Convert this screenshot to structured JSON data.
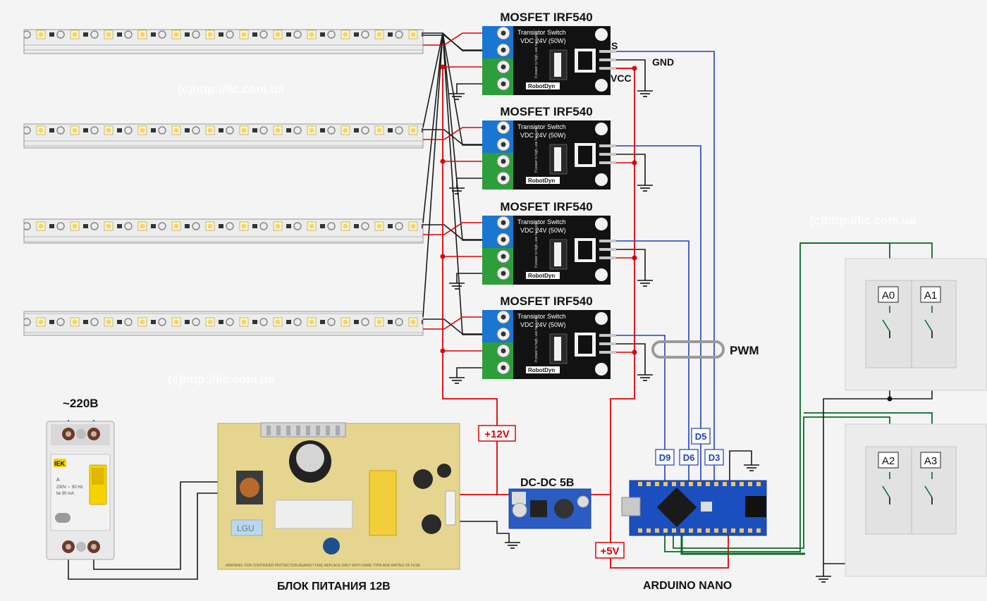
{
  "watermark": "(c)http://lic.com.ua",
  "mosfet_modules": [
    {
      "title": "MOSFET IRF540",
      "board_text": "Transistor Switch",
      "board_subtext": "VDC 24V (50W)",
      "brand": "RobotDyn",
      "heat_note": "If power is high, use heat sink"
    },
    {
      "title": "MOSFET IRF540",
      "board_text": "Transistor Switch",
      "board_subtext": "VDC 24V (50W)",
      "brand": "RobotDyn",
      "heat_note": "If power is high, use heat sink"
    },
    {
      "title": "MOSFET IRF540",
      "board_text": "Transistor Switch",
      "board_subtext": "VDC 24V (50W)",
      "brand": "RobotDyn",
      "heat_note": "If power is high, use heat sink"
    },
    {
      "title": "MOSFET IRF540",
      "board_text": "Transistor Switch",
      "board_subtext": "VDC 24V (50W)",
      "brand": "RobotDyn",
      "heat_note": "If power is high, use heat sink"
    }
  ],
  "signal_labels": {
    "s": "S",
    "gnd": "GND",
    "vcc": "VCC",
    "pwm": "PWM"
  },
  "arduino_pins": [
    "D9",
    "D6",
    "D5",
    "D3"
  ],
  "power_labels": {
    "v12": "+12V",
    "v5": "+5V",
    "mains": "~220В"
  },
  "dc_dc": "DC-DC 5В",
  "psu_label": "БЛОК ПИТАНИЯ 12В",
  "arduino_label": "ARDUINO NANO",
  "breaker": {
    "brand": "IEK",
    "rating": "A",
    "voltage": "230V ~",
    "freq": "50 Hz",
    "current": "Iw 30 mA"
  },
  "psu_board": {
    "lgu": "LGU",
    "warning": "WARNING: FOR CONTINUED PROTECTION AGAINST FIRE REPLACE ONLY WITH SAME TYPE AND RATING OF FUSE"
  },
  "switch_inputs": [
    "A0",
    "A1",
    "A2",
    "A3"
  ],
  "colors": {
    "red_wire": "#e00000",
    "blue_wire": "#1f3fbf",
    "green_wire": "#0a6a2a",
    "black_wire": "#1a1a1a",
    "board": "#121212",
    "terminal_blue": "#1976d2",
    "terminal_green": "#2e9e3a",
    "arduino": "#1b4fc0",
    "psu": "#e6d58e"
  }
}
